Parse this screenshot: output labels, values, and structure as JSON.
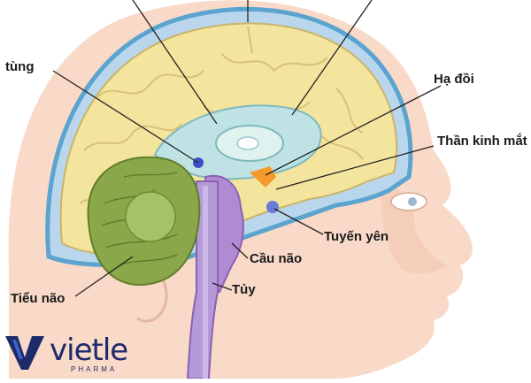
{
  "labels": {
    "pineal": "tùng",
    "hypothalamus": "Hạ đồi",
    "optic_nerve": "Thần kinh mắt",
    "pituitary": "Tuyến yên",
    "pons": "Cầu não",
    "spinal_cord": "Tủy",
    "cerebellum": "Tiểu não"
  },
  "logo": {
    "name": "vietle",
    "tagline": "PHARMA"
  },
  "colors": {
    "skin": "#f9d9c8",
    "scalp_blue": "#5aa4cf",
    "cerebrum": "#f3e49e",
    "ventricle": "#bfe3e4",
    "cerebellum": "#8aa84a",
    "brainstem": "#b08ad2",
    "hypothalamus": "#f59a2a",
    "pineal_dot": "#3a4fc8",
    "logo_blue": "#1d2b6b"
  }
}
